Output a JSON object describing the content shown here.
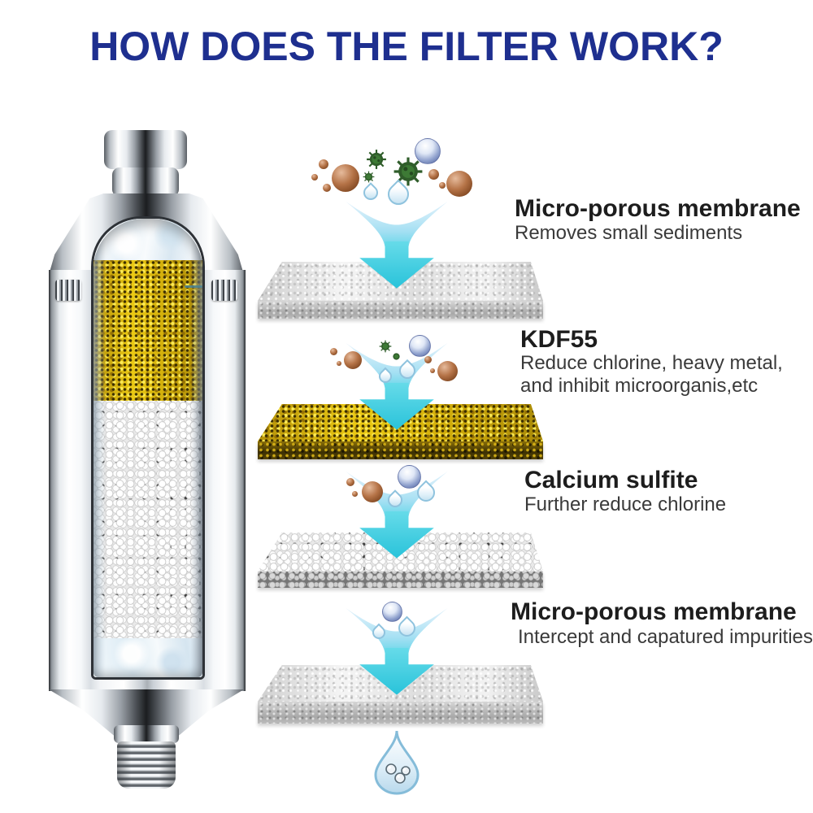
{
  "title": "HOW DOES THE FILTER WORK?",
  "stages": [
    {
      "title": "Micro-porous membrane",
      "desc": "Removes small sediments",
      "layer_material": "silver-membrane"
    },
    {
      "title": "KDF55",
      "desc": "Reduce chlorine, heavy metal,\nand inhibit microorganis,etc",
      "layer_material": "kdf-granules"
    },
    {
      "title": "Calcium sulfite",
      "desc": "Further reduce chlorine",
      "layer_material": "white-ball-media"
    },
    {
      "title": "Micro-porous membrane",
      "desc": "Intercept and capatured impurities",
      "layer_material": "silver-membrane"
    }
  ],
  "colors": {
    "title-blue": "#1e2f8f",
    "arrow-cyan": "#3bcfe2",
    "kdf-gold": "#d8b60e",
    "slab-silver": "#ededed",
    "text-dark": "#1d1d1d"
  },
  "icons": {
    "sediment-particle-icon": "brown-sphere",
    "microbe-icon": "green-spiky-virus",
    "mineral-particle-icon": "blue-sphere",
    "water-droplet-icon": "teardrop",
    "flow-arrow-icon": "down-funnel-arrow",
    "clean-water-droplet-icon": "teardrop-with-bubbles"
  }
}
